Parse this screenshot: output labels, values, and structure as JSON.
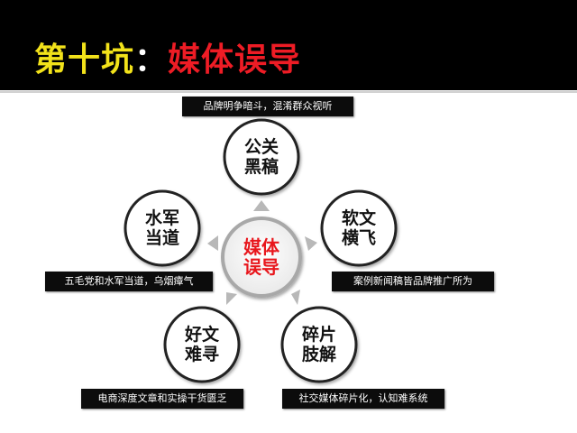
{
  "title": {
    "part1": "第十坑",
    "colon": "：",
    "part2": "媒体误导"
  },
  "center": {
    "line1": "媒体",
    "line2": "误导"
  },
  "nodes": [
    {
      "id": "pr",
      "line1": "公关",
      "line2": "黑稿",
      "caption": "品牌明争暗斗，混淆群众视听"
    },
    {
      "id": "soft",
      "line1": "软文",
      "line2": "横飞",
      "caption": "案例新闻稿皆品牌推广所为"
    },
    {
      "id": "frag",
      "line1": "碎片",
      "line2": "肢解",
      "caption": "社交媒体碎片化，认知难系统"
    },
    {
      "id": "good",
      "line1": "好文",
      "line2": "难寻",
      "caption": "电商深度文章和实操干货匮乏"
    },
    {
      "id": "water",
      "line1": "水军",
      "line2": "当道",
      "caption": "五毛党和水军当道，乌烟瘴气"
    }
  ],
  "colors": {
    "header_bg": "#000000",
    "title_yellow": "#f2e21a",
    "title_red": "#ee1c25",
    "center_text": "#e8161c",
    "arrow_gray": "#b8b8b8"
  }
}
